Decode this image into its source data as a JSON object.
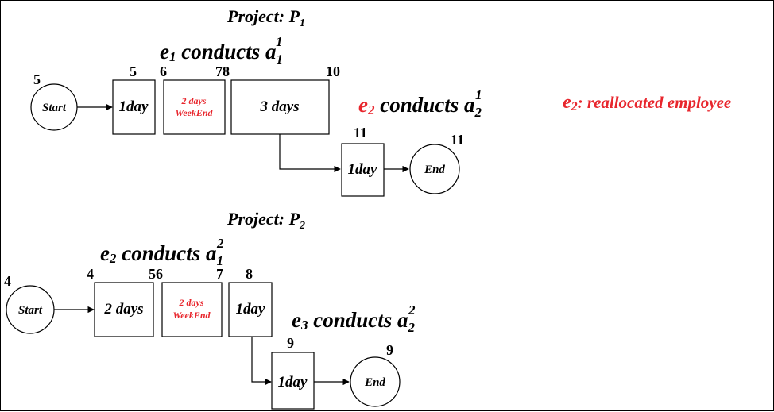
{
  "project1": {
    "title_prefix": "Project: P",
    "title_sub": "1",
    "assign_a": {
      "e": "e",
      "e_sub": "1",
      "text": " conducts a",
      "a_sub": "1",
      "a_sup": "1"
    },
    "assign_b": {
      "e": "e",
      "e_sub": "2",
      "text": " conducts a",
      "a_sub": "2",
      "a_sup": "1"
    },
    "note": {
      "e": "e",
      "e_sub": "2",
      "text": ": reallocated employee"
    },
    "start_label": "Start",
    "end_label": "End",
    "box1_label": "1day",
    "weekend_line1": "2 days",
    "weekend_line2": "WeekEnd",
    "box3_label": "3 days",
    "box4_label": "1day",
    "numbers": {
      "start": "5",
      "box1_end": "5",
      "weekend_start": "6",
      "weekend_end_box3_start": "78",
      "box3_end": "10",
      "box4_start": "11",
      "end": "11"
    }
  },
  "project2": {
    "title_prefix": "Project: P",
    "title_sub": "2",
    "assign_a": {
      "e": "e",
      "e_sub": "2",
      "text": " conducts a",
      "a_sub": "1",
      "a_sup": "2"
    },
    "assign_b": {
      "e": "e",
      "e_sub": "3",
      "text": " conducts a",
      "a_sub": "2",
      "a_sup": "2"
    },
    "start_label": "Start",
    "end_label": "End",
    "box1_label": "2 days",
    "weekend_line1": "2 days",
    "weekend_line2": "WeekEnd",
    "box3_label": "1day",
    "box4_label": "1day",
    "numbers": {
      "start": "4",
      "box1_start": "4",
      "box1_end_weekend_start": "56",
      "weekend_end": "7",
      "box3_start": "8",
      "box4_start": "9",
      "end": "9"
    }
  },
  "colors": {
    "accent": "#e8262d",
    "ink": "#000000"
  }
}
